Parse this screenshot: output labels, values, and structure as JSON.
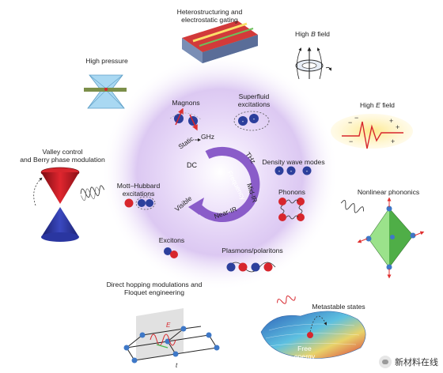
{
  "center": {
    "dc": "DC",
    "static": "Static",
    "ghz": "GHz",
    "thz": "THz",
    "mid_ir": "Mid-IR",
    "near_ir": "Near-IR",
    "visible": "Visible",
    "frequency": "Frequency"
  },
  "excitations": {
    "magnons": "Magnons",
    "superfluid": [
      "Superfluid",
      "excitations"
    ],
    "density_wave": "Density wave modes",
    "phonons": "Phonons",
    "plasmons": "Plasmons/polaritons",
    "excitons": "Excitons",
    "mott": [
      "Mott–Hubbard",
      "excitations"
    ]
  },
  "controls": {
    "hetero": [
      "Heterostructuring and",
      "electrostatic gating"
    ],
    "high_b": [
      "High ",
      "B",
      " field"
    ],
    "high_e": [
      "High ",
      "E",
      " field"
    ],
    "high_pressure": "High pressure",
    "valley": [
      "Valley control",
      "and Berry phase modulation"
    ],
    "nonlinear": "Nonlinear phononics",
    "metastable": "Metastable states",
    "free_energy": [
      "Free",
      "energy"
    ],
    "direct_hopping": [
      "Direct hopping modulations and",
      "Floquet engineering"
    ],
    "e_symbol": "E",
    "t_symbol": "t"
  },
  "watermark": "新材料在线",
  "colors": {
    "arrow": "#8a5cc9",
    "glow": "#c7a8ea",
    "red_charge": "#d7262d",
    "blue_charge": "#2c3f9c",
    "green": "#45b84d"
  }
}
